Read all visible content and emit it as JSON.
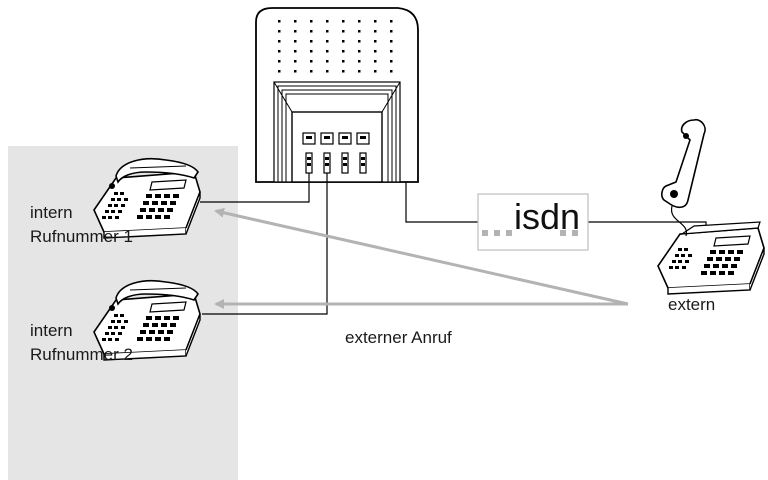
{
  "labels": {
    "phone1_line1": "intern",
    "phone1_line2": "Rufnummer 1",
    "phone2_line1": "intern",
    "phone2_line2": "Rufnummer 2",
    "external_phone": "extern",
    "external_call": "externer Anruf",
    "network": "isdn"
  },
  "colors": {
    "internal_area": "#e5e5e5",
    "arrow": "#b3b3b3",
    "wire": "#000000"
  },
  "icons": {
    "pbx": "telephone-system-icon",
    "phone": "desk-phone-icon",
    "handset": "handset-lifted-icon"
  }
}
